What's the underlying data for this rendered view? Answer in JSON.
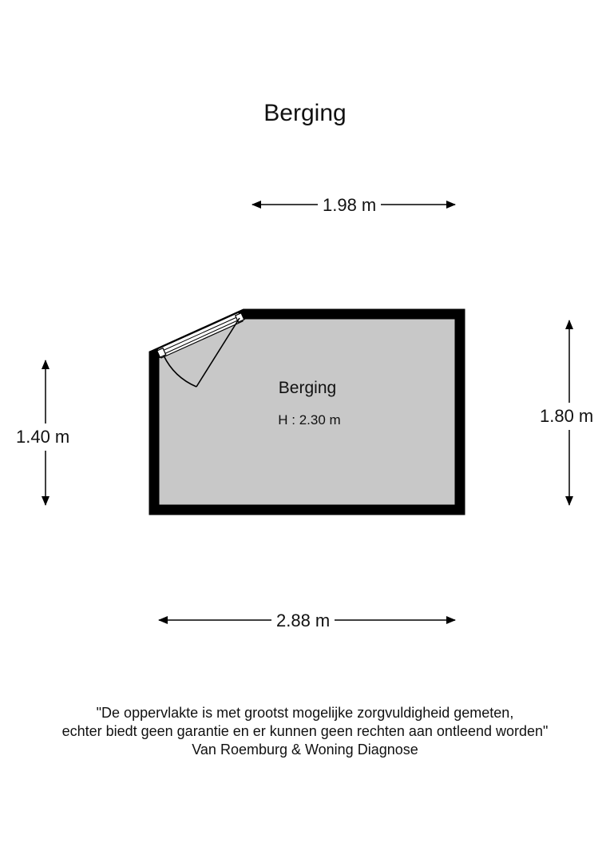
{
  "title": "Berging",
  "dimensions": {
    "top_width": "1.98 m",
    "bottom_width": "2.88 m",
    "left_height": "1.40 m",
    "right_height": "1.80 m"
  },
  "room": {
    "name": "Berging",
    "height": "H : 2.30 m",
    "fill_color": "#c8c8c8",
    "wall_color": "#000000"
  },
  "disclaimer": {
    "line1": "\"De oppervlakte is met grootst mogelijke zorgvuldigheid gemeten,",
    "line2": "echter biedt geen garantie en er kunnen geen rechten aan ontleend worden\"",
    "line3": "Van Roemburg & Woning Diagnose"
  }
}
